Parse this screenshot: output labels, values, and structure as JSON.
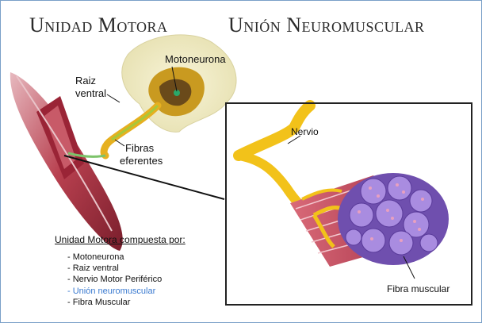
{
  "titles": {
    "left": "Unidad Motora",
    "right": "Unión Neuromuscular"
  },
  "labels": {
    "motoneurona": "Motoneurona",
    "raiz_ventral_1": "Raiz",
    "raiz_ventral_2": "ventral",
    "fibras_1": "Fibras",
    "fibras_2": "eferentes",
    "nervio": "Nervio",
    "fibra_muscular": "Fibra muscular"
  },
  "legend": {
    "title": "Unidad Motora compuesta por:",
    "items": [
      {
        "text": "- Motoneurona",
        "highlight": false
      },
      {
        "text": "- Raiz ventral",
        "highlight": false
      },
      {
        "text": "- Nervio Motor Periférico",
        "highlight": false
      },
      {
        "text": "- Unión neuromuscular",
        "highlight": true
      },
      {
        "text": "- Fibra Muscular",
        "highlight": false
      }
    ]
  },
  "colors": {
    "frame_border": "#7aa0c8",
    "highlight_text": "#3a7ad0",
    "muscle": "#b83a4a",
    "nerve": "#f2c21a",
    "fiber_purple": "#8a6cc8"
  }
}
